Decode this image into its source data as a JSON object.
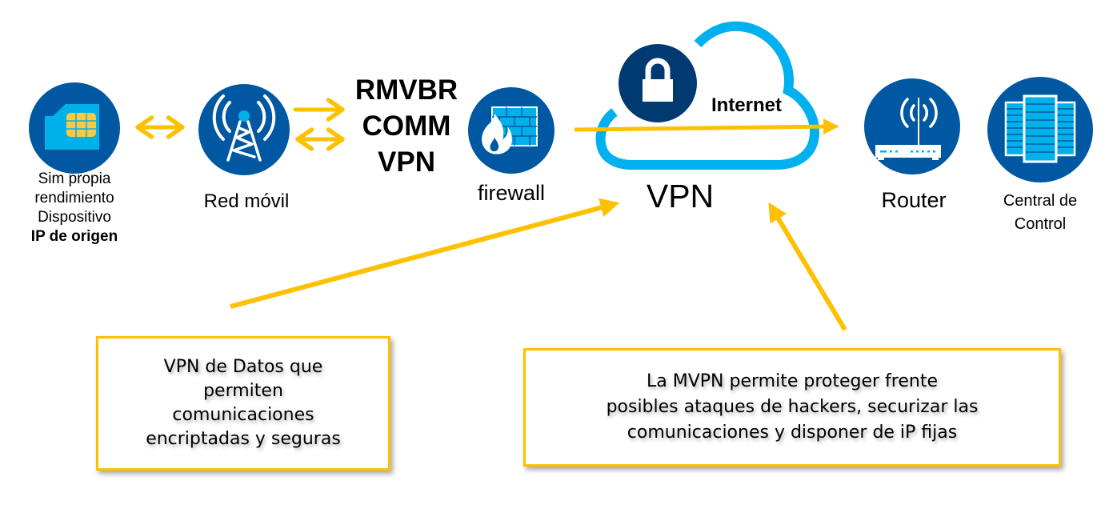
{
  "colors": {
    "icon_circle": "#0058a3",
    "icon_accent": "#00b0e8",
    "lock_circle": "#003a70",
    "cloud_outline": "#00b0ef",
    "arrow": "#ffc000",
    "sim_chip": "#ffc83d"
  },
  "nodes": {
    "sim": {
      "icon": "sim-card-icon",
      "lines": [
        "Sim propia",
        "rendimiento",
        "Dispositivo"
      ],
      "bold_line": "IP de origen"
    },
    "red_movil": {
      "icon": "cell-tower-icon",
      "label": "Red móvil"
    },
    "rmvbr": {
      "lines": [
        "RMVBR",
        "COMM",
        "VPN"
      ]
    },
    "firewall": {
      "icon": "firewall-icon",
      "label": "firewall"
    },
    "vpn_cloud": {
      "icon": "cloud-icon",
      "lock_icon": "lock-icon",
      "inner_label": "Internet",
      "label": "VPN"
    },
    "router": {
      "icon": "router-icon",
      "label": "Router"
    },
    "central": {
      "icon": "server-rack-icon",
      "lines": [
        "Central de",
        "Control"
      ]
    }
  },
  "notes": {
    "left": "VPN de Datos que\npermiten\ncomunicaciones\nencriptadas y seguras",
    "right": "La MVPN permite proteger frente\nposibles ataques de hackers, securizar las\ncomunicaciones y disponer de iP fijas"
  }
}
